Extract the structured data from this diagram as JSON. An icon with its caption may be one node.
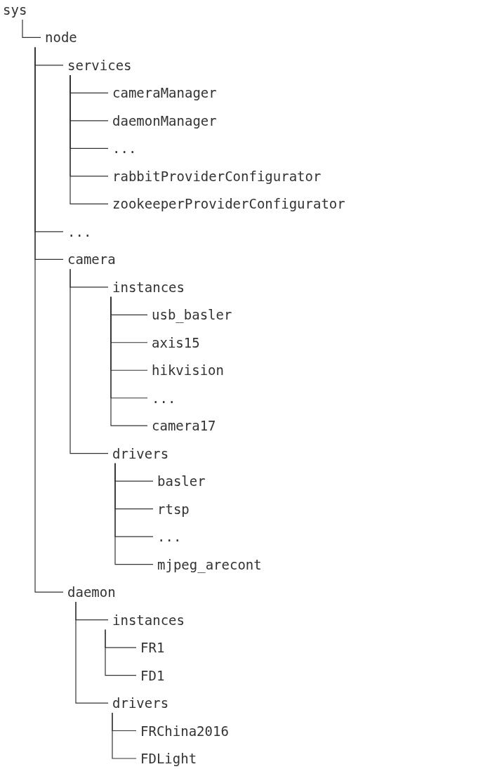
{
  "diagram": {
    "nodes": [
      {
        "text": [
          "sys"
        ]
      },
      {
        "text": [
          "node"
        ]
      },
      {
        "text": [
          "services"
        ]
      },
      {
        "text": [
          "cameraManager"
        ]
      },
      {
        "text": [
          "daemonManager"
        ]
      },
      {
        "text": [
          "..."
        ]
      },
      {
        "text": [
          "rabbitProviderConfigurator"
        ]
      },
      {
        "text": [
          "zookeeperProviderConfigurator"
        ]
      },
      {
        "text": [
          "..."
        ]
      },
      {
        "text": [
          "camera"
        ]
      },
      {
        "text": [
          "instances"
        ]
      },
      {
        "text": [
          "usb_basler"
        ]
      },
      {
        "text": [
          "axis15"
        ]
      },
      {
        "text": [
          "hikvision"
        ]
      },
      {
        "text": [
          "..."
        ]
      },
      {
        "text": [
          "camera17"
        ]
      },
      {
        "text": [
          "drivers"
        ]
      },
      {
        "text": [
          "basler"
        ]
      },
      {
        "text": [
          "rtsp"
        ]
      },
      {
        "text": [
          "..."
        ]
      },
      {
        "text": [
          "mjpeg_arecont"
        ]
      },
      {
        "text": [
          "daemon"
        ]
      },
      {
        "text": [
          "instances"
        ]
      },
      {
        "text": [
          "FR1"
        ]
      },
      {
        "text": [
          "FD1"
        ]
      },
      {
        "text": [
          "drivers"
        ]
      },
      {
        "text": [
          "FRChina2016"
        ]
      },
      {
        "text": [
          "FDLight"
        ]
      }
    ],
    "edges": [
      {
        "from": 0,
        "to": 1,
        "arrow": "none"
      },
      {
        "from": 1,
        "to": 2,
        "arrow": "none"
      },
      {
        "from": 2,
        "to": 3,
        "arrow": "none"
      },
      {
        "from": 2,
        "to": 4,
        "arrow": "none"
      },
      {
        "from": 2,
        "to": 5,
        "arrow": "none"
      },
      {
        "from": 2,
        "to": 6,
        "arrow": "none"
      },
      {
        "from": 2,
        "to": 7,
        "arrow": "none"
      },
      {
        "from": 1,
        "to": 8,
        "arrow": "none"
      },
      {
        "from": 1,
        "to": 9,
        "arrow": "none"
      },
      {
        "from": 9,
        "to": 10,
        "arrow": "none"
      },
      {
        "from": 10,
        "to": 11,
        "arrow": "none"
      },
      {
        "from": 10,
        "to": 12,
        "arrow": "none"
      },
      {
        "from": 10,
        "to": 13,
        "arrow": "none"
      },
      {
        "from": 10,
        "to": 14,
        "arrow": "none"
      },
      {
        "from": 10,
        "to": 15,
        "arrow": "none"
      },
      {
        "from": 9,
        "to": 16,
        "arrow": "none"
      },
      {
        "from": 16,
        "to": 17,
        "arrow": "none"
      },
      {
        "from": 16,
        "to": 18,
        "arrow": "none"
      },
      {
        "from": 16,
        "to": 19,
        "arrow": "none"
      },
      {
        "from": 16,
        "to": 20,
        "arrow": "none"
      },
      {
        "from": 1,
        "to": 21,
        "arrow": "none"
      },
      {
        "from": 21,
        "to": 22,
        "arrow": "none"
      },
      {
        "from": 22,
        "to": 23,
        "arrow": "none"
      },
      {
        "from": 22,
        "to": 24,
        "arrow": "none"
      },
      {
        "from": 21,
        "to": 25,
        "arrow": "none"
      },
      {
        "from": 25,
        "to": 26,
        "arrow": "none"
      },
      {
        "from": 25,
        "to": 27,
        "arrow": "none"
      }
    ]
  }
}
